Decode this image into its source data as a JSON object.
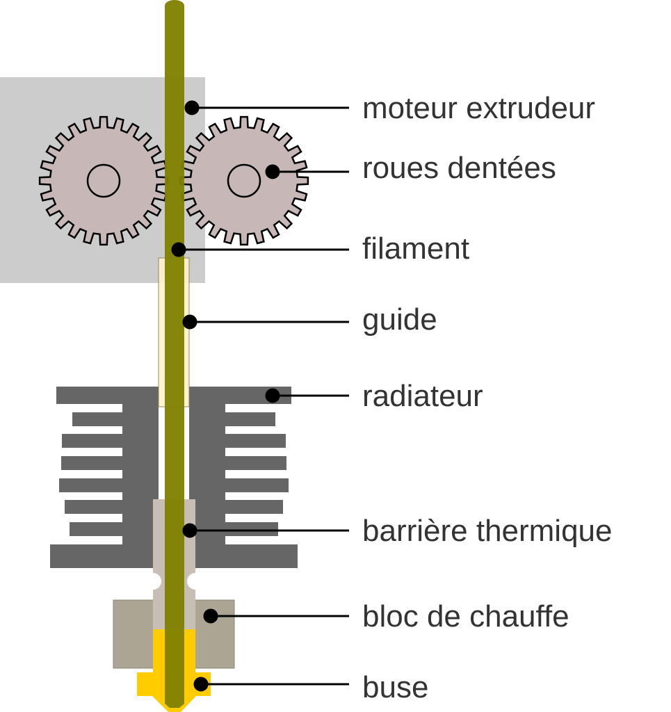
{
  "labels": {
    "motor": "moteur extrudeur",
    "gears": "roues dentées",
    "filament": "filament",
    "guide": "guide",
    "heatsink": "radiateur",
    "heatbreak": "barrière thermique",
    "heater_block": "bloc de chauffe",
    "nozzle": "buse"
  },
  "colors": {
    "filament": "#808000",
    "motor": "#cccccc",
    "gear": "#c8b7b7",
    "heatsink": "#666666",
    "heatbreak": "#c9beb5",
    "heater_block": "#aca593",
    "nozzle": "#ffcc00",
    "guide": "#fff2cc"
  }
}
